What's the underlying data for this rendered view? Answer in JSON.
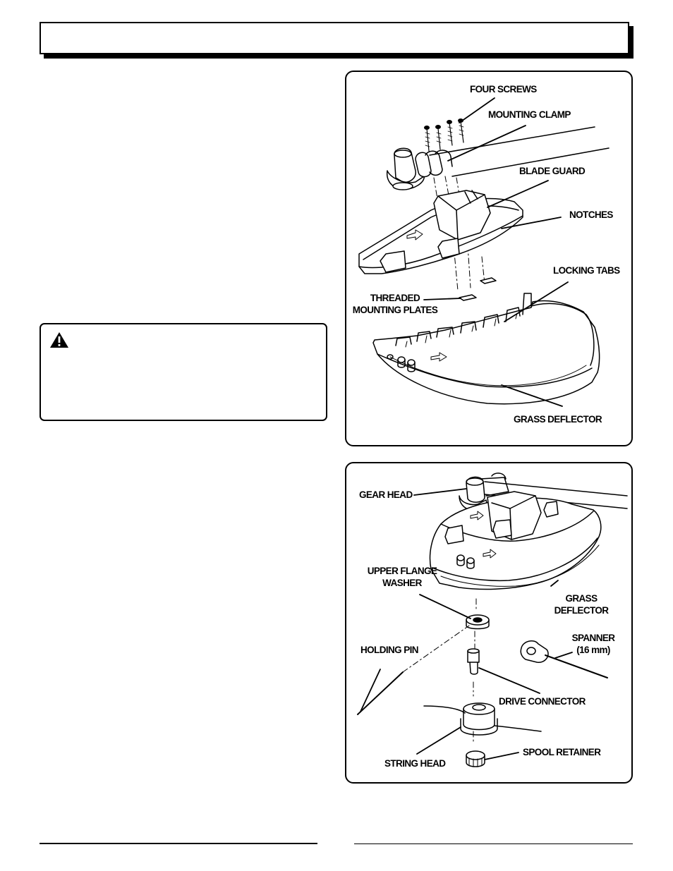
{
  "figure_1": {
    "labels": {
      "four_screws": "FOUR SCREWS",
      "mounting_clamp": "MOUNTING CLAMP",
      "blade_guard": "BLADE GUARD",
      "notches": "NOTCHES",
      "locking_tabs": "LOCKING TABS",
      "threaded_line1": "THREADED",
      "threaded_line2": "MOUNTING PLATES",
      "grass_deflector": "GRASS DEFLECTOR"
    }
  },
  "figure_2": {
    "labels": {
      "gear_head": "GEAR HEAD",
      "upper_flange_line1": "UPPER FLANGE",
      "upper_flange_line2": "WASHER",
      "grass_line1": "GRASS",
      "grass_line2": "DEFLECTOR",
      "spanner_line1": "SPANNER",
      "spanner_line2": "(16 mm)",
      "holding_pin": "HOLDING PIN",
      "drive_connector": "DRIVE CONNECTOR",
      "spool_retainer": "SPOOL RETAINER",
      "string_head": "STRING HEAD"
    }
  },
  "warning": {
    "icon": "warning-triangle-icon"
  }
}
